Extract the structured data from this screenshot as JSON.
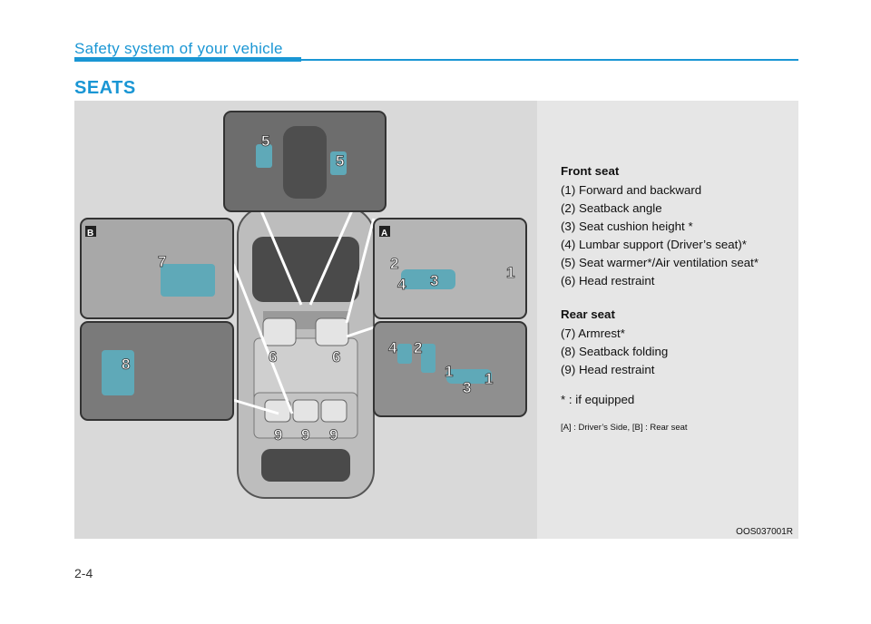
{
  "header": {
    "section_title": "Safety system of your vehicle",
    "chapter_title": "SEATS"
  },
  "figure": {
    "code": "OOS037001R",
    "label_a": "A",
    "label_b": "B",
    "callouts": {
      "n1": "1",
      "n2": "2",
      "n3": "3",
      "n4": "4",
      "n5": "5",
      "n6": "6",
      "n7": "7",
      "n8": "8",
      "n9": "9"
    }
  },
  "legend": {
    "front_heading": "Front seat",
    "front_items": [
      "(1) Forward and backward",
      "(2) Seatback angle",
      "(3) Seat cushion height *",
      "(4) Lumbar support (Driver’s seat)*",
      "(5) Seat warmer*/Air ventilation seat*",
      "(6) Head restraint"
    ],
    "rear_heading": "Rear seat",
    "rear_items": [
      "(7) Armrest*",
      "(8) Seatback folding",
      "(9) Head restraint"
    ],
    "note": "* : if equipped",
    "sides": "[A] : Driver’s Side, [B] : Rear seat"
  },
  "footer": {
    "page_number": "2-4"
  },
  "colors": {
    "accent": "#1a96d4",
    "callout_fill": "#5fa9b8"
  }
}
